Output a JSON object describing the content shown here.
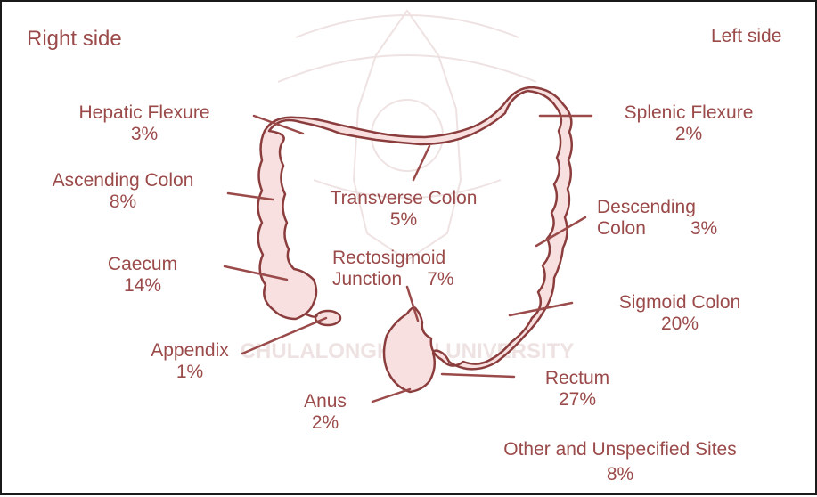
{
  "colors": {
    "label": "#9b4a4a",
    "colon_fill": "#f8e0e0",
    "colon_stroke": "#8b3d3d",
    "leader_line": "#9b4a4a",
    "border": "#1a1a1a",
    "watermark": "#e9d8d8"
  },
  "header": {
    "right_side": "Right side",
    "left_side": "Left side"
  },
  "sites": {
    "hepatic_flexure": {
      "name": "Hepatic Flexure",
      "pct": "3%"
    },
    "ascending_colon": {
      "name": "Ascending Colon",
      "pct": "8%"
    },
    "caecum": {
      "name": "Caecum",
      "pct": "14%"
    },
    "appendix": {
      "name": "Appendix",
      "pct": "1%"
    },
    "anus": {
      "name": "Anus",
      "pct": "2%"
    },
    "transverse_colon": {
      "name": "Transverse Colon",
      "pct": "5%"
    },
    "rectosigmoid_junction": {
      "name_line1": "Rectosigmoid",
      "name_line2": "Junction",
      "pct": "7%"
    },
    "splenic_flexure": {
      "name": "Splenic Flexure",
      "pct": "2%"
    },
    "descending_colon": {
      "name_line1": "Descending",
      "name_line2": "Colon",
      "pct": "3%"
    },
    "sigmoid_colon": {
      "name": "Sigmoid Colon",
      "pct": "20%"
    },
    "rectum": {
      "name": "Rectum",
      "pct": "27%"
    },
    "other": {
      "name": "Other and Unspecified Sites",
      "pct": "8%"
    }
  },
  "watermark": {
    "text": "CHULALONGKORN UNIVERSITY"
  }
}
